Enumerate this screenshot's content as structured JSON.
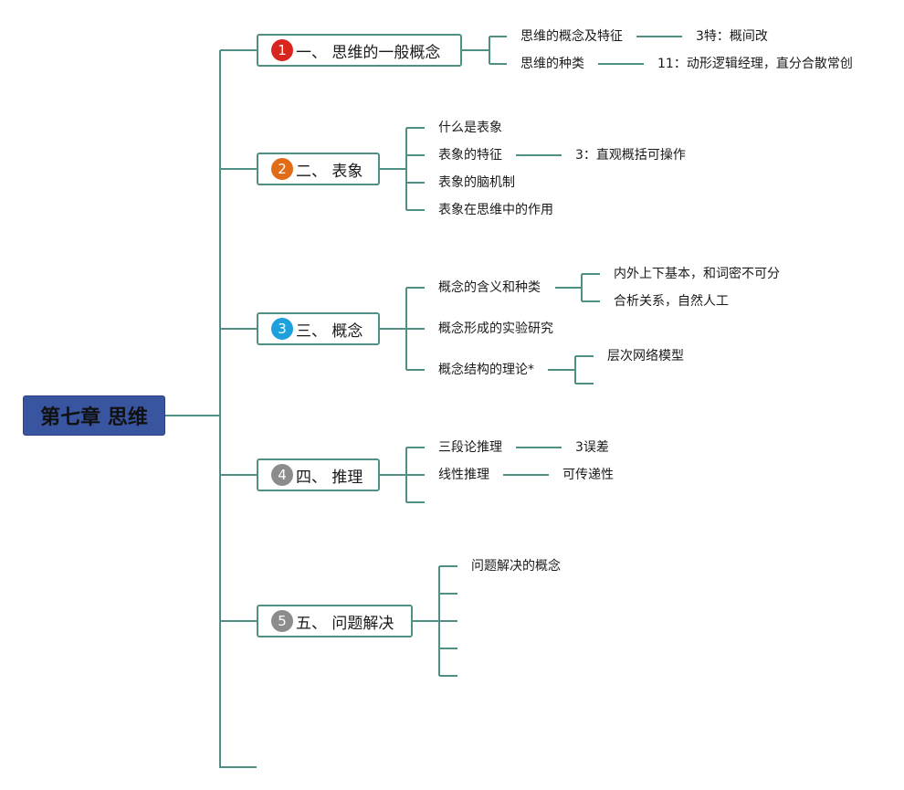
{
  "root": {
    "label": "第七章 思维"
  },
  "colors": {
    "connector": "#4f8f84",
    "root_fill": "#3a55a0",
    "marker_1": "#d8261f",
    "marker_2": "#e06c17",
    "marker_3": "#1ea0dc",
    "marker_4": "#8c8c8c",
    "marker_5": "#8c8c8c"
  },
  "topics": [
    {
      "number": "1",
      "label": "一、 思维的一般概念",
      "children": [
        {
          "label": "思维的概念及特征",
          "detail": "3特：概间改"
        },
        {
          "label": "思维的种类",
          "detail": "11：动形逻辑经理，直分合散常创"
        }
      ]
    },
    {
      "number": "2",
      "label": "二、 表象",
      "children": [
        {
          "label": "什么是表象"
        },
        {
          "label": "表象的特征",
          "detail": "3：直观概括可操作"
        },
        {
          "label": "表象的脑机制"
        },
        {
          "label": "表象在思维中的作用"
        }
      ]
    },
    {
      "number": "3",
      "label": "三、 概念",
      "children": [
        {
          "label": "概念的含义和种类",
          "details": [
            "内外上下基本，和词密不可分",
            "合析关系，自然人工"
          ]
        },
        {
          "label": "概念形成的实验研究"
        },
        {
          "label": "概念结构的理论*",
          "details": [
            "层次网络模型",
            ""
          ]
        }
      ]
    },
    {
      "number": "4",
      "label": "四、 推理",
      "children": [
        {
          "label": "三段论推理",
          "detail": "3误差"
        },
        {
          "label": "线性推理",
          "detail": "可传递性"
        },
        {
          "label": ""
        }
      ]
    },
    {
      "number": "5",
      "label": "五、 问题解决",
      "children": [
        {
          "label": "问题解决的概念"
        },
        {
          "label": ""
        },
        {
          "label": ""
        },
        {
          "label": ""
        },
        {
          "label": ""
        }
      ]
    }
  ]
}
